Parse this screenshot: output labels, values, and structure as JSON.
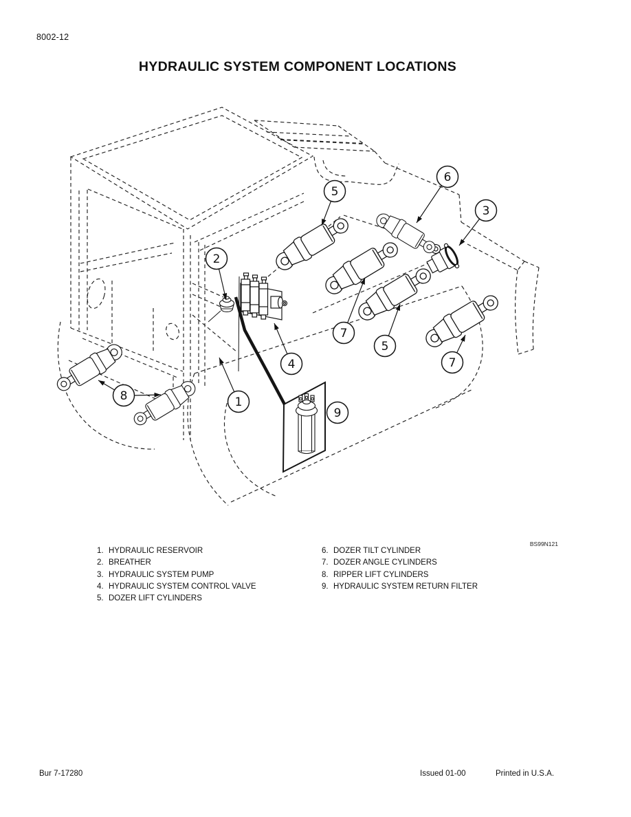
{
  "page": {
    "page_number": "8002-12",
    "title": "HYDRAULIC SYSTEM COMPONENT LOCATIONS",
    "figure_code": "BS99N121",
    "footer": {
      "left": "Bur 7-17280",
      "issued": "Issued 01-00",
      "printed": "Printed in U.S.A."
    }
  },
  "legend": {
    "column1": [
      {
        "n": "1.",
        "label": "HYDRAULIC RESERVOIR"
      },
      {
        "n": "2.",
        "label": "BREATHER"
      },
      {
        "n": "3.",
        "label": "HYDRAULIC SYSTEM PUMP"
      },
      {
        "n": "4.",
        "label": "HYDRAULIC SYSTEM CONTROL VALVE"
      },
      {
        "n": "5.",
        "label": "DOZER LIFT CYLINDERS"
      }
    ],
    "column2": [
      {
        "n": "6.",
        "label": "DOZER TILT CYLINDER"
      },
      {
        "n": "7.",
        "label": "DOZER ANGLE CYLINDERS"
      },
      {
        "n": "8.",
        "label": "RIPPER LIFT CYLINDERS"
      },
      {
        "n": "9.",
        "label": "HYDRAULIC SYSTEM RETURN FILTER"
      }
    ]
  },
  "figure": {
    "description": "Isometric line drawing of crawler dozer showing hydraulic component locations",
    "callouts": {
      "c1": {
        "n": "1"
      },
      "c2": {
        "n": "2"
      },
      "c3": {
        "n": "3"
      },
      "c4": {
        "n": "4"
      },
      "c5a": {
        "n": "5"
      },
      "c5b": {
        "n": "5"
      },
      "c6": {
        "n": "6"
      },
      "c7a": {
        "n": "7"
      },
      "c7b": {
        "n": "7"
      },
      "c8": {
        "n": "8"
      },
      "c9": {
        "n": "9"
      }
    }
  }
}
